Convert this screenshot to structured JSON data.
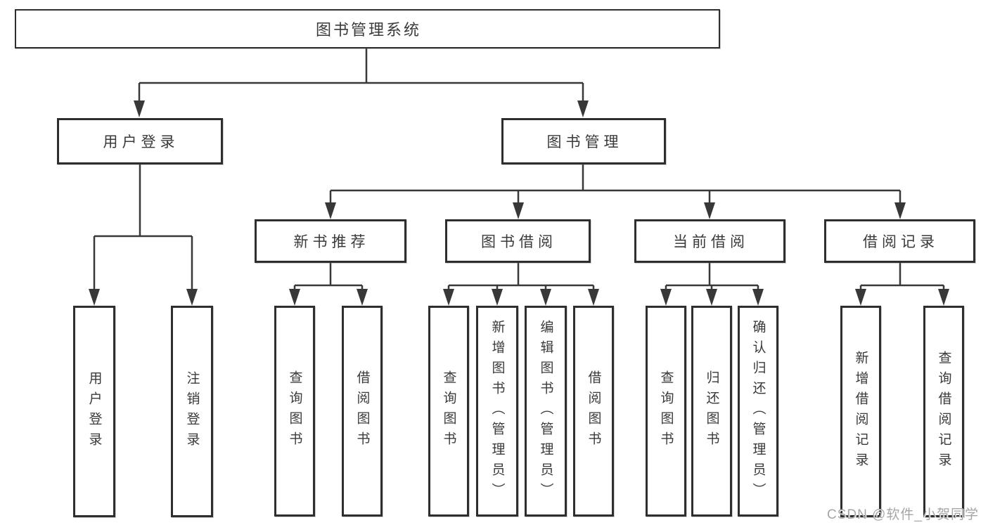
{
  "diagram": {
    "root": {
      "label": "图书管理系统"
    },
    "level2": [
      {
        "label": "用户登录"
      },
      {
        "label": "图书管理"
      }
    ],
    "level3": [
      {
        "label": "新书推荐"
      },
      {
        "label": "图书借阅"
      },
      {
        "label": "当前借阅"
      },
      {
        "label": "借阅记录"
      }
    ],
    "leaves": [
      {
        "label": "用户登录"
      },
      {
        "label": "注销登录"
      },
      {
        "label": "查询图书"
      },
      {
        "label": "借阅图书"
      },
      {
        "label": "查询图书"
      },
      {
        "label": "新增图书（管理员）"
      },
      {
        "label": "编辑图书（管理员）"
      },
      {
        "label": "借阅图书"
      },
      {
        "label": "查询图书"
      },
      {
        "label": "归还图书"
      },
      {
        "label": "确认归还（管理员）"
      },
      {
        "label": "新增借阅记录"
      },
      {
        "label": "查询借阅记录"
      }
    ]
  },
  "watermark": "CSDN @软件_小贺同学",
  "colors": {
    "line": "#383838",
    "border": "#2e2e2e",
    "text": "#3a3a3a",
    "watermark": "#a6a6a6",
    "background": "#ffffff"
  }
}
